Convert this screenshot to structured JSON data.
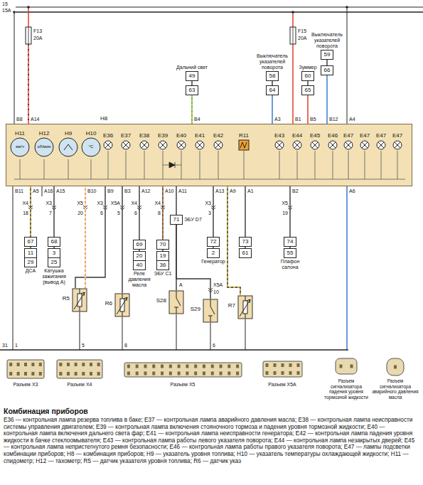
{
  "diagram": {
    "title": "Комбинация приборов",
    "caption": "E36 — контрольная лампа резерва топлива в баке; E37 — контрольная лампа аварийного давления масла; E38 — контрольная лампа неисправности системы управления двигателем; E39 — контрольная лампа включения стояночного тормоза и падения уровня тормозной жидкости; E40 — контрольная лампа включения дальнего света фар; E41 — контрольная лампа неисправности генератора; E42 — контрольная лампа падения уровня жидкости в бачке стеклоомывателя; E43 — контрольная лампа работы левого указателя поворота; E44 — контрольная лампа незакрытых дверей; E45 — контрольная лампа непристегнутого ремня безопасности; E46 — контрольная лампа работы правого указателя поворота; E47 — лампы подсветки комбинации приборов; H8 — комбинация приборов; H9 — указатель уровня топлива; H10 — указатель температуры охлаждающей жидкости; H11 — спидометр; H12 — тахометр; R5 — датчик указателя уровня топлива; R6 — датчик указ",
    "nodes": [
      {
        "text": [
          "H8"
        ]
      },
      {
        "text": [
          "H11",
          "км/ч"
        ],
        "in": 0
      },
      {
        "text": [
          "H12",
          "об/мин"
        ],
        "in": 0
      },
      {
        "text": [
          "H9"
        ],
        "in": 0
      },
      {
        "text": [
          "H10",
          "°C"
        ],
        "in": 0
      },
      {
        "text": [
          "E36"
        ],
        "in": 0
      },
      {
        "text": [
          "E37"
        ],
        "in": 0
      },
      {
        "text": [
          "E38"
        ],
        "in": 0
      },
      {
        "text": [
          "E39"
        ],
        "in": 0
      },
      {
        "text": [
          "E40"
        ],
        "in": 0
      },
      {
        "text": [
          "E41"
        ],
        "in": 0
      },
      {
        "text": [
          "E42"
        ],
        "in": 0
      },
      {
        "text": [
          "R11"
        ],
        "in": 0
      },
      {
        "text": [
          "E43"
        ],
        "in": 0
      },
      {
        "text": [
          "E44"
        ],
        "in": 0
      },
      {
        "text": [
          "E45"
        ],
        "in": 0
      },
      {
        "text": [
          "E46"
        ],
        "in": 0
      },
      {
        "text": [
          "E47"
        ],
        "in": 0
      },
      {
        "text": [
          "E47"
        ],
        "in": 0
      },
      {
        "text": [
          "E47"
        ],
        "in": 0
      },
      {
        "text": [
          "E47"
        ],
        "in": 0
      },
      {
        "text": [
          "Дальний свет",
          "49"
        ]
      },
      {
        "text": [
          "63"
        ]
      },
      {
        "text": [
          "Выключатель указателей поворота",
          "58"
        ]
      },
      {
        "text": [
          "64"
        ]
      },
      {
        "text": [
          "Зуммер",
          "60"
        ]
      },
      {
        "text": [
          "65"
        ]
      },
      {
        "text": [
          "Выключатель указателей поворота",
          "59"
        ]
      },
      {
        "text": [
          "66"
        ]
      },
      {
        "text": [
          "67"
        ]
      },
      {
        "text": [
          "11",
          "29",
          "ДСА"
        ]
      },
      {
        "text": [
          "68"
        ]
      },
      {
        "text": [
          "3",
          "25",
          "Катушка зажигания (вывод А)"
        ]
      },
      {
        "text": [
          "69"
        ]
      },
      {
        "text": [
          "20",
          "40",
          "Реле давления масла"
        ]
      },
      {
        "text": [
          "70"
        ]
      },
      {
        "text": [
          "19",
          "36",
          "ЭБУ С1"
        ]
      },
      {
        "text": [
          "ЭБУ D7",
          "71"
        ]
      },
      {
        "text": [
          "72"
        ]
      },
      {
        "text": [
          "2",
          "Генератор"
        ]
      },
      {
        "text": [
          "73"
        ]
      },
      {
        "text": [
          "61"
        ]
      },
      {
        "text": [
          "74"
        ]
      },
      {
        "text": [
          "55",
          "Плафон салона"
        ]
      },
      {
        "text": [
          "R5"
        ]
      },
      {
        "text": [
          "R6"
        ]
      },
      {
        "text": [
          "S28"
        ]
      },
      {
        "text": [
          "S29"
        ]
      },
      {
        "text": [
          "R7"
        ]
      }
    ],
    "edges": [
      {
        "from": 21,
        "to": 22,
        "arrow": "none"
      },
      {
        "from": 22,
        "to": 0,
        "arrow": "none"
      },
      {
        "from": 23,
        "to": 24,
        "arrow": "none"
      },
      {
        "from": 24,
        "to": 0,
        "arrow": "none"
      },
      {
        "from": 25,
        "to": 26,
        "arrow": "none"
      },
      {
        "from": 26,
        "to": 0,
        "arrow": "none"
      },
      {
        "from": 27,
        "to": 28,
        "arrow": "none"
      },
      {
        "from": 28,
        "to": 0,
        "arrow": "none"
      },
      {
        "from": 0,
        "to": 29,
        "arrow": "none"
      },
      {
        "from": 29,
        "to": 30,
        "arrow": "none"
      },
      {
        "from": 0,
        "to": 31,
        "arrow": "none"
      },
      {
        "from": 31,
        "to": 32,
        "arrow": "none"
      },
      {
        "from": 0,
        "to": 44,
        "arrow": "none"
      },
      {
        "from": 0,
        "to": 44,
        "arrow": "none"
      },
      {
        "from": 0,
        "to": 45,
        "arrow": "none"
      },
      {
        "from": 0,
        "to": 33,
        "arrow": "none"
      },
      {
        "from": 33,
        "to": 34,
        "arrow": "none"
      },
      {
        "from": 0,
        "to": 35,
        "arrow": "none"
      },
      {
        "from": 35,
        "to": 36,
        "arrow": "none"
      },
      {
        "from": 0,
        "to": 37,
        "arrow": "none"
      },
      {
        "from": 37,
        "to": 46,
        "arrow": "none"
      },
      {
        "from": 37,
        "to": 47,
        "arrow": "none"
      },
      {
        "from": 0,
        "to": 38,
        "arrow": "none"
      },
      {
        "from": 38,
        "to": 39,
        "arrow": "none"
      },
      {
        "from": 0,
        "to": 48,
        "arrow": "none"
      },
      {
        "from": 0,
        "to": 40,
        "arrow": "none"
      },
      {
        "from": 40,
        "to": 41,
        "arrow": "none"
      },
      {
        "from": 0,
        "to": 42,
        "arrow": "none"
      },
      {
        "from": 42,
        "to": 43,
        "arrow": "none"
      }
    ],
    "labels": [
      "15",
      "15A",
      "F13",
      "20A",
      "F15",
      "20A",
      "B8",
      "A14",
      "B4",
      "A3",
      "B1",
      "B5",
      "B12",
      "A4",
      "B11",
      "A5",
      "A16",
      "A15",
      "B10",
      "B9",
      "B3",
      "A12",
      "A10",
      "A11",
      "A13",
      "A9",
      "A1",
      "B2",
      "A6",
      "X4",
      "18",
      "X3",
      "7",
      "X5",
      "20",
      "X3",
      "6",
      "X5A",
      "5",
      "X4",
      "6",
      "X4",
      "8",
      "X3",
      "3",
      "X5",
      "19",
      "X5A",
      "10",
      "A",
      "1",
      "5",
      "8",
      "6",
      "31",
      "Разъем X3",
      "Разъем X4",
      "Разъем X5",
      "Разъем X5A",
      "Разъем сигнализатора падения уровня тормозной жидкости",
      "Разъем сигнализатора аварийного давления масла"
    ]
  }
}
